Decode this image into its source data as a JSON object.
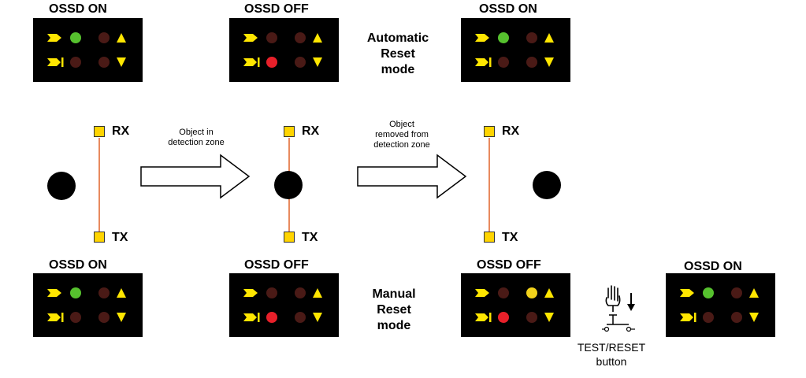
{
  "panels": {
    "p1": {
      "title": "OSSD ON",
      "status": "green-on",
      "reset_led": "off"
    },
    "p2": {
      "title": "OSSD OFF",
      "status": "red-on",
      "reset_led": "off"
    },
    "p3": {
      "title": "OSSD ON",
      "status": "green-on",
      "reset_led": "off"
    },
    "p4": {
      "title": "OSSD ON",
      "status": "green-on",
      "reset_led": "off"
    },
    "p5": {
      "title": "OSSD OFF",
      "status": "red-on",
      "reset_led": "off"
    },
    "p6": {
      "title": "OSSD OFF",
      "status": "red-on",
      "reset_led": "yellow-on"
    },
    "p7": {
      "title": "OSSD ON",
      "status": "green-on",
      "reset_led": "off"
    }
  },
  "modes": {
    "automatic": [
      "Automatic",
      "Reset",
      "mode"
    ],
    "manual": [
      "Manual",
      "Reset",
      "mode"
    ]
  },
  "sensor": {
    "rx": "RX",
    "tx": "TX"
  },
  "arrows": {
    "a1": [
      "Object in",
      "detection zone"
    ],
    "a2": [
      "Object",
      "removed from",
      "detection zone"
    ]
  },
  "button": {
    "label": [
      "TEST/RESET",
      "button"
    ]
  },
  "colors": {
    "panel": "#000000",
    "led_green": "#56c12e",
    "led_red": "#e8202a",
    "led_yellow": "#f2d21b",
    "led_off": "#4a1a16",
    "indicator": "#ffe600",
    "beam": "#e88a5e",
    "sensor_square": "#ffd400"
  },
  "icons": [
    "emitter-arrow-icon",
    "receiver-arrow-icon",
    "triangle-up-icon",
    "triangle-down-icon",
    "hand-pointer-icon",
    "push-button-icon",
    "down-arrow-icon"
  ]
}
